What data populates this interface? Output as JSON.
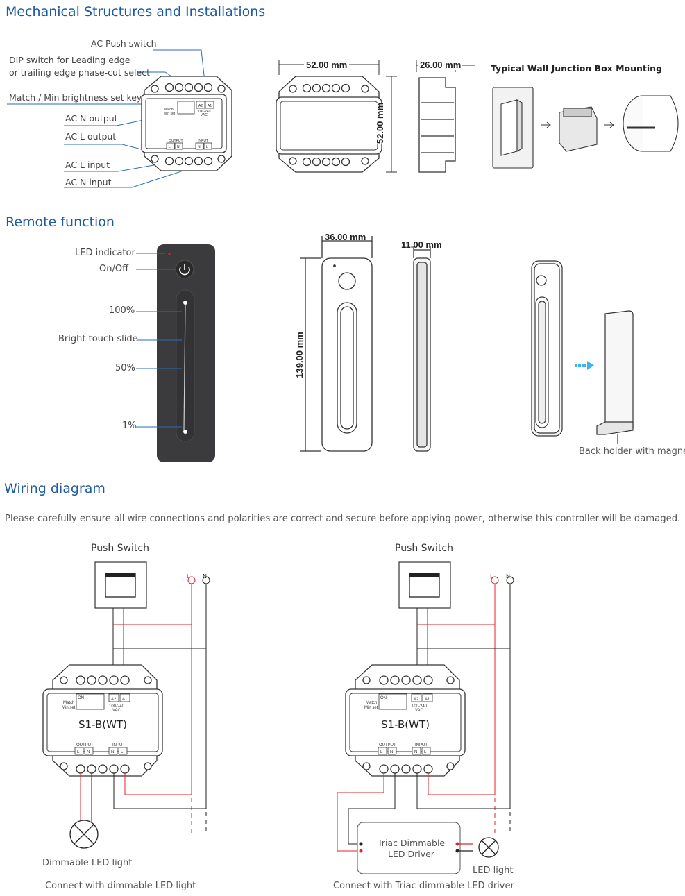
{
  "sections": {
    "mechanical": "Mechanical Structures and Installations",
    "remote": "Remote function",
    "wiring": "Wiring diagram"
  },
  "mechanical": {
    "callouts": {
      "ac_push_switch": "AC Push switch",
      "dip_line1": "DIP switch for Leading edge",
      "dip_line2": "or trailing edge phase-cut select",
      "match_key": "Match / Min brightness set key",
      "ac_n_output": "AC N output",
      "ac_l_output": "AC L output",
      "ac_l_input": "AC L input",
      "ac_n_input": "AC N input"
    },
    "dim_width": "52.00 mm",
    "dim_height": "52.00 mm",
    "dim_depth": "26.00 mm",
    "mounting_title": "Typical Wall Junction Box Mounting",
    "device_labels": {
      "output": "OUTPUT",
      "input": "INPUT",
      "l": "L",
      "n": "N",
      "a2": "A2",
      "a1": "A1",
      "voltage": "100-240",
      "vac": "VAC",
      "match": "Match",
      "minset": "Min set",
      "on": "ON",
      "push": "Push",
      "switch": "Switch"
    }
  },
  "remote": {
    "callouts": {
      "led_indicator": "LED indicator",
      "on_off": "On/Off",
      "p100": "100%",
      "bright_touch": "Bright touch slide",
      "p50": "50%",
      "p1": "1%"
    },
    "dim_width": "36.00 mm",
    "dim_depth": "11.00 mm",
    "dim_height": "139.00 mm",
    "back_holder": "Back holder with magnet"
  },
  "wiring": {
    "warning": "Please carefully ensure all wire connections and polarities are correct and secure before applying power, otherwise this controller will be damaged.",
    "push_switch": "Push Switch",
    "model": "S1-B(WT)",
    "l": "L",
    "n": "N",
    "dimmable_led": "Dimmable LED light",
    "caption_left": "Connect with dimmable LED light",
    "driver_line1": "Triac Dimmable",
    "driver_line2": "LED Driver",
    "led_light": "LED light",
    "caption_right": "Connect with Triac dimmable LED driver"
  },
  "colors": {
    "heading": "#1d5a9e",
    "callout_line": "#2a6db5",
    "live_wire": "#e0242a",
    "neutral_wire": "#222222",
    "switch_wire": "#3a3aa8",
    "remote_body": "#3b3b3d"
  }
}
